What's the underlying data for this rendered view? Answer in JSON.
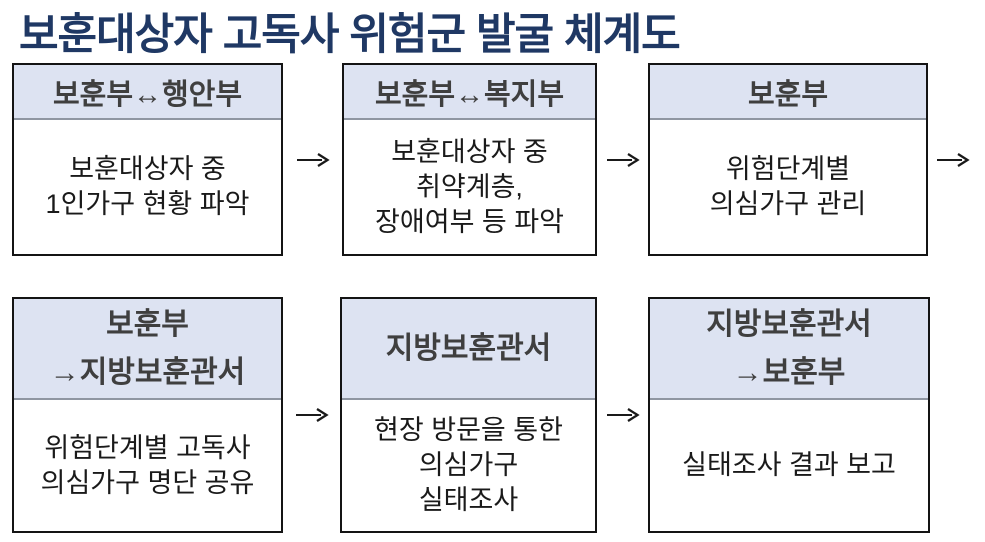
{
  "title": "보훈대상자 고독사 위험군 발굴 체계도",
  "colors": {
    "title_text": "#1f3864",
    "header_bg": "#dde3f2",
    "header_text": "#3f3f3f",
    "body_text": "#1a1a1a",
    "box_border": "#141414",
    "header_divider": "#8f96a2",
    "arrow": "#1a1a1a"
  },
  "flow": {
    "rows": [
      {
        "boxes": [
          {
            "header_lines": [
              "보훈부↔행안부"
            ],
            "body_lines": [
              "보훈대상자 중",
              "1인가구 현황 파악"
            ]
          },
          {
            "header_lines": [
              "보훈부↔복지부"
            ],
            "body_lines": [
              "보훈대상자 중",
              "취약계층,",
              "장애여부 등 파악"
            ]
          },
          {
            "header_lines": [
              "보훈부"
            ],
            "body_lines": [
              "위험단계별",
              "의심가구 관리"
            ]
          }
        ],
        "trailing_arrow": true
      },
      {
        "boxes": [
          {
            "header_lines": [
              "보훈부",
              "→지방보훈관서"
            ],
            "body_lines": [
              "위험단계별 고독사",
              "의심가구 명단 공유"
            ]
          },
          {
            "header_lines": [
              "지방보훈관서"
            ],
            "body_lines": [
              "현장 방문을 통한",
              "의심가구",
              "실태조사"
            ]
          },
          {
            "header_lines": [
              "지방보훈관서",
              "→보훈부"
            ],
            "body_lines": [
              "실태조사 결과 보고"
            ]
          }
        ],
        "trailing_arrow": false
      }
    ]
  }
}
